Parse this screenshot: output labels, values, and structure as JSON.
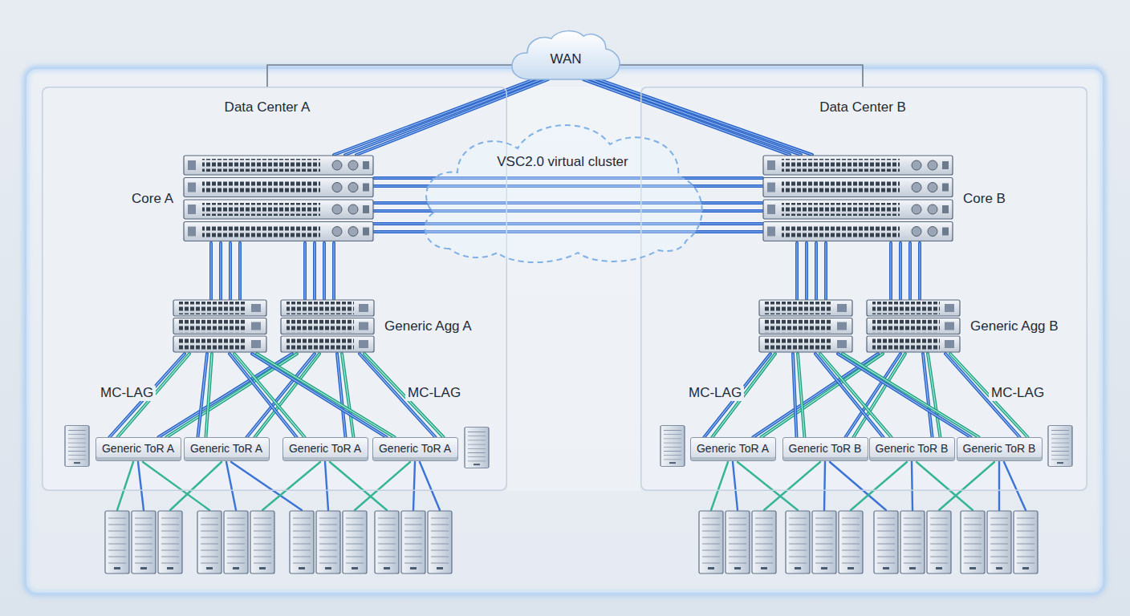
{
  "diagram": {
    "nodes": [
      {
        "text": [
          "WAN"
        ]
      },
      {
        "text": [
          "Data Center A"
        ]
      },
      {
        "text": [
          "Data Center B"
        ]
      },
      {
        "text": [
          "VSC2.0 virtual cluster"
        ]
      },
      {
        "text": [
          "Core A"
        ],
        "in": 1
      },
      {
        "text": [
          "Core B"
        ],
        "in": 2
      },
      {
        "text": [
          "Generic Agg A"
        ],
        "in": 1
      },
      {
        "text": [
          "Generic Agg B"
        ],
        "in": 2
      },
      {
        "text": [
          "Generic ToR A"
        ],
        "in": 1
      },
      {
        "text": [
          "Generic ToR A"
        ],
        "in": 1
      },
      {
        "text": [
          "Generic ToR A"
        ],
        "in": 1
      },
      {
        "text": [
          "Generic ToR A"
        ],
        "in": 1
      },
      {
        "text": [
          "Generic ToR A"
        ],
        "in": 2
      },
      {
        "text": [
          "Generic ToR B"
        ],
        "in": 2
      },
      {
        "text": [
          "Generic ToR B"
        ],
        "in": 2
      },
      {
        "text": [
          "Generic ToR B"
        ],
        "in": 2
      }
    ],
    "edges": [
      {
        "from": 0,
        "to": 1,
        "arrow": "none"
      },
      {
        "from": 0,
        "to": 2,
        "arrow": "none"
      },
      {
        "from": 0,
        "to": 4,
        "arrow": "none"
      },
      {
        "from": 0,
        "to": 5,
        "arrow": "none"
      },
      {
        "from": 4,
        "to": 5,
        "arrow": "none"
      },
      {
        "from": 4,
        "to": 6,
        "arrow": "none"
      },
      {
        "from": 5,
        "to": 7,
        "arrow": "none"
      },
      {
        "from": 6,
        "to": 8,
        "arrow": "none"
      },
      {
        "from": 6,
        "to": 9,
        "arrow": "none"
      },
      {
        "from": 6,
        "to": 10,
        "arrow": "none"
      },
      {
        "from": 6,
        "to": 11,
        "arrow": "none"
      },
      {
        "from": 7,
        "to": 12,
        "arrow": "none"
      },
      {
        "from": 7,
        "to": 13,
        "arrow": "none"
      },
      {
        "from": 7,
        "to": 14,
        "arrow": "none"
      },
      {
        "from": 7,
        "to": 15,
        "arrow": "none"
      }
    ],
    "labels": [
      "MC-LAG",
      "MC-LAG",
      "MC-LAG",
      "MC-LAG"
    ]
  }
}
